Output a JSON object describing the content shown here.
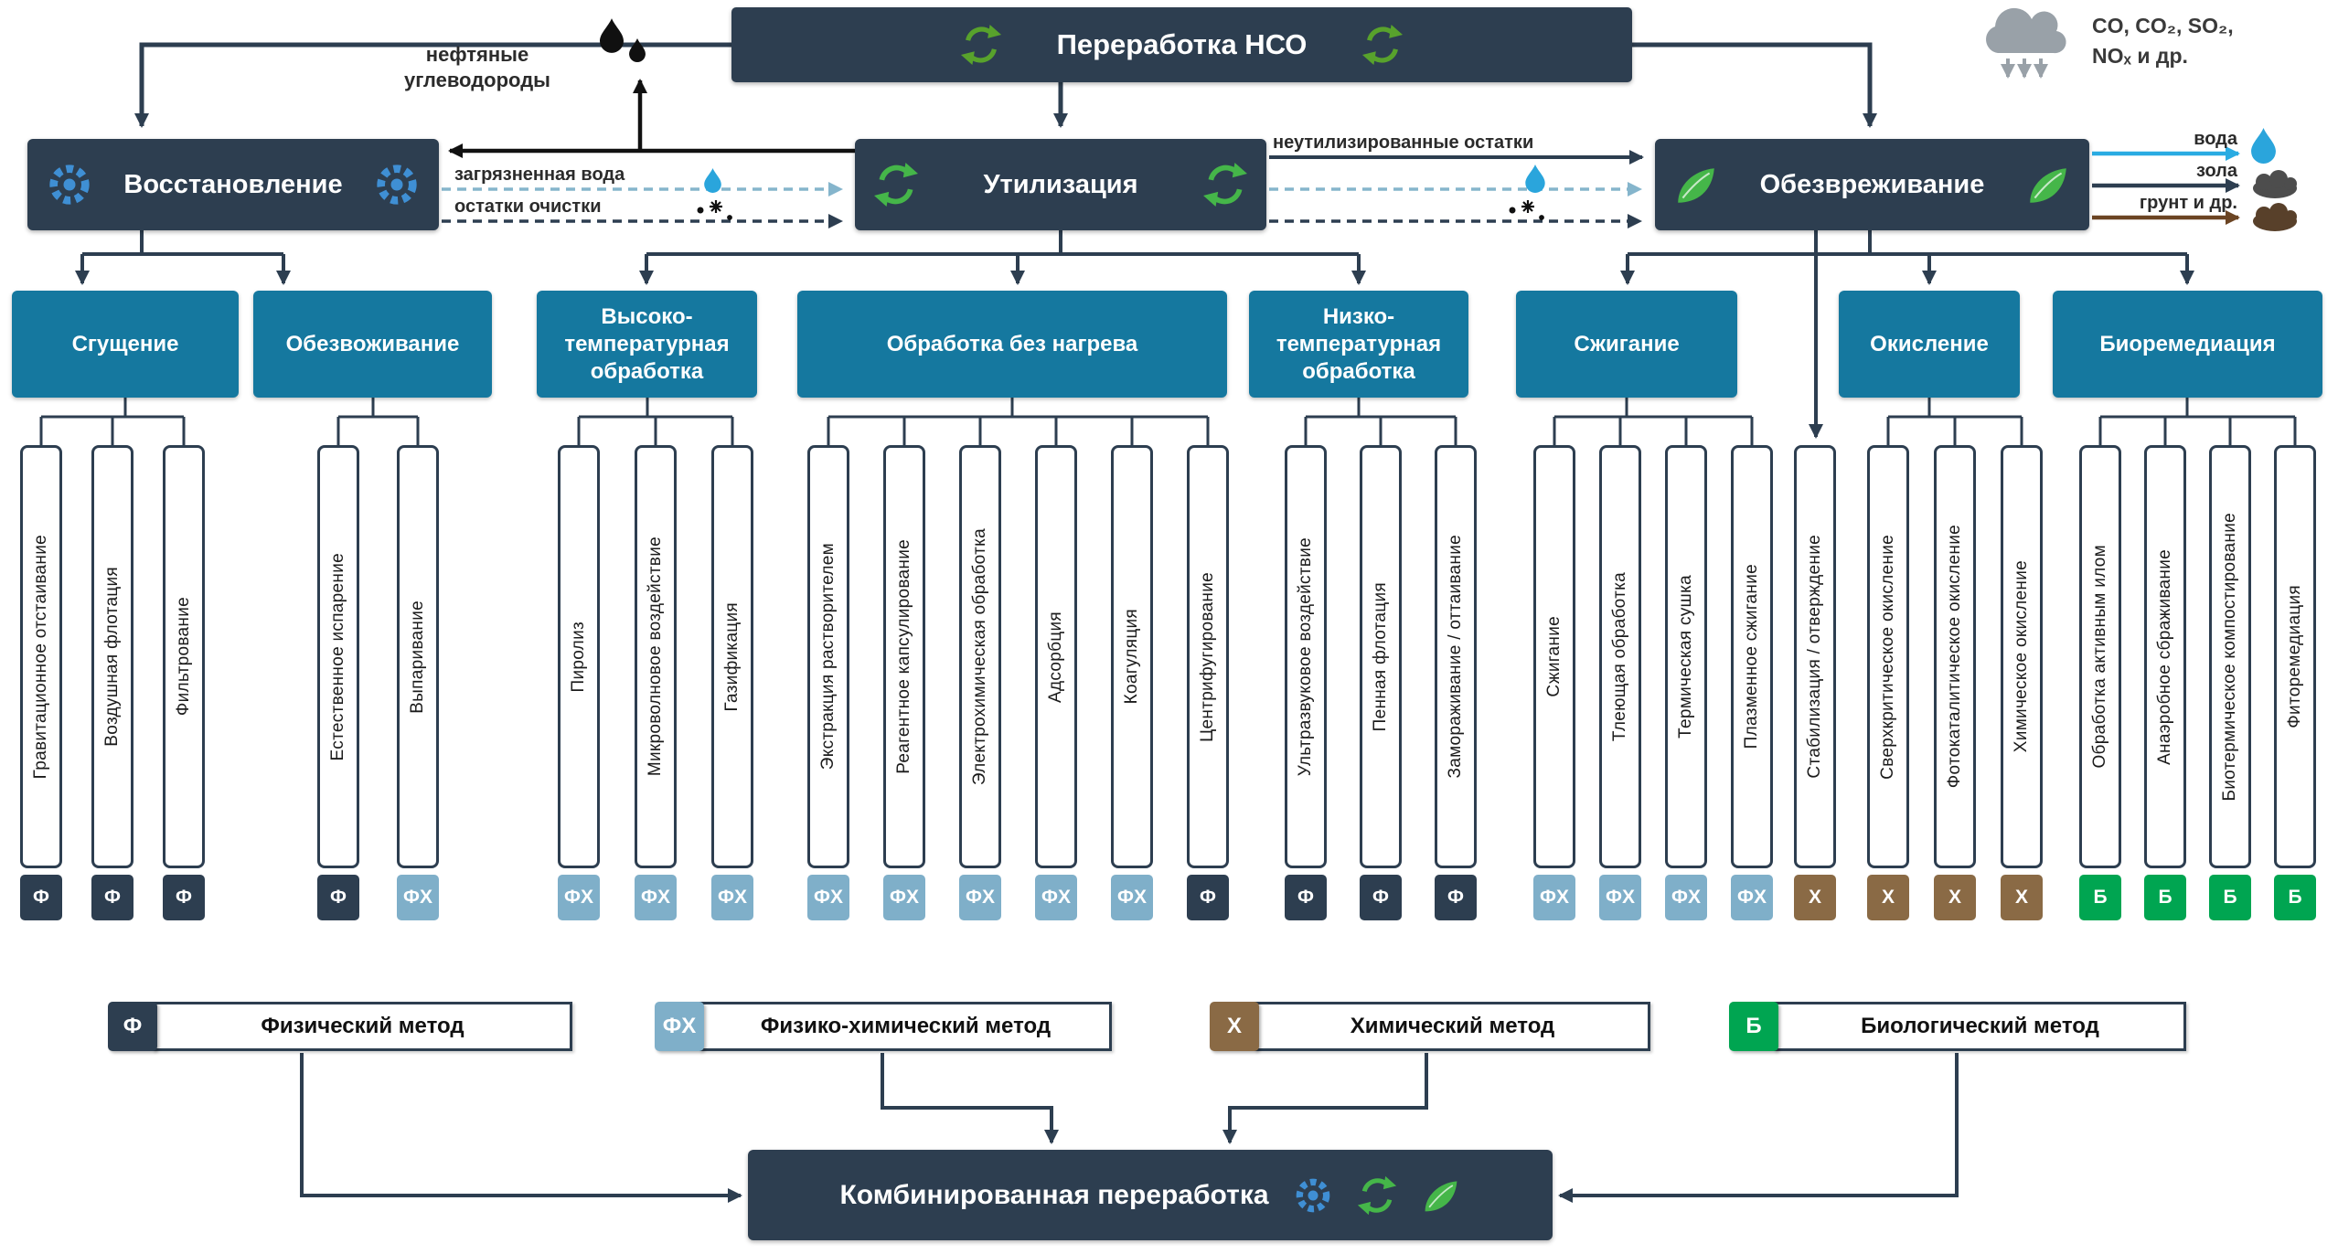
{
  "header": {
    "title": "Переработка НСО"
  },
  "emissions": {
    "text": "CO, CO₂, SO₂,\nNOₓ и др."
  },
  "stages": {
    "recovery": {
      "label": "Восстановление"
    },
    "utilization": {
      "label": "Утилизация"
    },
    "neutralization": {
      "label": "Обезвреживание"
    }
  },
  "flow_labels": {
    "oil_hydrocarbons": "нефтяные\nуглеводороды",
    "contaminated_water": "загрязненная вода",
    "cleaning_residues": "остатки очистки",
    "non_utilized_residues": "неутилизированные остатки",
    "water": "вода",
    "ash": "зола",
    "soil": "грунт и др."
  },
  "categories": [
    {
      "label": "Сгущение"
    },
    {
      "label": "Обезвоживание"
    },
    {
      "label": "Высоко-\nтемпературная\nобработка"
    },
    {
      "label": "Обработка без нагрева"
    },
    {
      "label": "Низко-\nтемпературная\nобработка"
    },
    {
      "label": "Сжигание"
    },
    {
      "label": "Окисление"
    },
    {
      "label": "Биоремедиация"
    }
  ],
  "methods": [
    {
      "label": "Гравитационное отстаивание",
      "tag": "Ф"
    },
    {
      "label": "Воздушная флотация",
      "tag": "Ф"
    },
    {
      "label": "Фильтрование",
      "tag": "Ф"
    },
    {
      "label": "Естественное испарение",
      "tag": "Ф"
    },
    {
      "label": "Выпаривание",
      "tag": "ФХ"
    },
    {
      "label": "Пиролиз",
      "tag": "ФХ"
    },
    {
      "label": "Микроволновое воздействие",
      "tag": "ФХ"
    },
    {
      "label": "Газификация",
      "tag": "ФХ"
    },
    {
      "label": "Экстракция растворителем",
      "tag": "ФХ"
    },
    {
      "label": "Реагентное капсулирование",
      "tag": "ФХ"
    },
    {
      "label": "Электрохимическая обработка",
      "tag": "ФХ"
    },
    {
      "label": "Адсорбция",
      "tag": "ФХ"
    },
    {
      "label": "Коагуляция",
      "tag": "ФХ"
    },
    {
      "label": "Центрифугирование",
      "tag": "Ф"
    },
    {
      "label": "Ультразвуковое воздействие",
      "tag": "Ф"
    },
    {
      "label": "Пенная флотация",
      "tag": "Ф"
    },
    {
      "label": "Замораживание / оттаивание",
      "tag": "Ф"
    },
    {
      "label": "Сжигание",
      "tag": "ФХ"
    },
    {
      "label": "Тлеющая обработка",
      "tag": "ФХ"
    },
    {
      "label": "Термическая сушка",
      "tag": "ФХ"
    },
    {
      "label": "Плазменное сжигание",
      "tag": "ФХ"
    },
    {
      "label": "Стабилизация / отверждение",
      "tag": "Х"
    },
    {
      "label": "Сверхкритическое окисление",
      "tag": "Х"
    },
    {
      "label": "Фотокаталитическое окисление",
      "tag": "Х"
    },
    {
      "label": "Химическое окисление",
      "tag": "Х"
    },
    {
      "label": "Обработка активным илом",
      "tag": "Б"
    },
    {
      "label": "Анаэробное сбраживание",
      "tag": "Б"
    },
    {
      "label": "Биотермическое компостирование",
      "tag": "Б"
    },
    {
      "label": "Фиторемедиация",
      "tag": "Б"
    }
  ],
  "legend": [
    {
      "tag": "Ф",
      "label": "Физический метод",
      "color": "#2d3e50"
    },
    {
      "tag": "ФХ",
      "label": "Физико-химический метод",
      "color": "#7fafc9"
    },
    {
      "tag": "Х",
      "label": "Химический метод",
      "color": "#8a6a45"
    },
    {
      "tag": "Б",
      "label": "Биологический метод",
      "color": "#00a551"
    }
  ],
  "combined": {
    "label": "Комбинированная переработка"
  },
  "colors": {
    "dark": "#2d3e50",
    "teal": "#15789f",
    "water_blue": "#29abe2",
    "soil_brown": "#6b4423",
    "recycle_green": "#45b649",
    "gear_blue": "#3f8fd4"
  }
}
